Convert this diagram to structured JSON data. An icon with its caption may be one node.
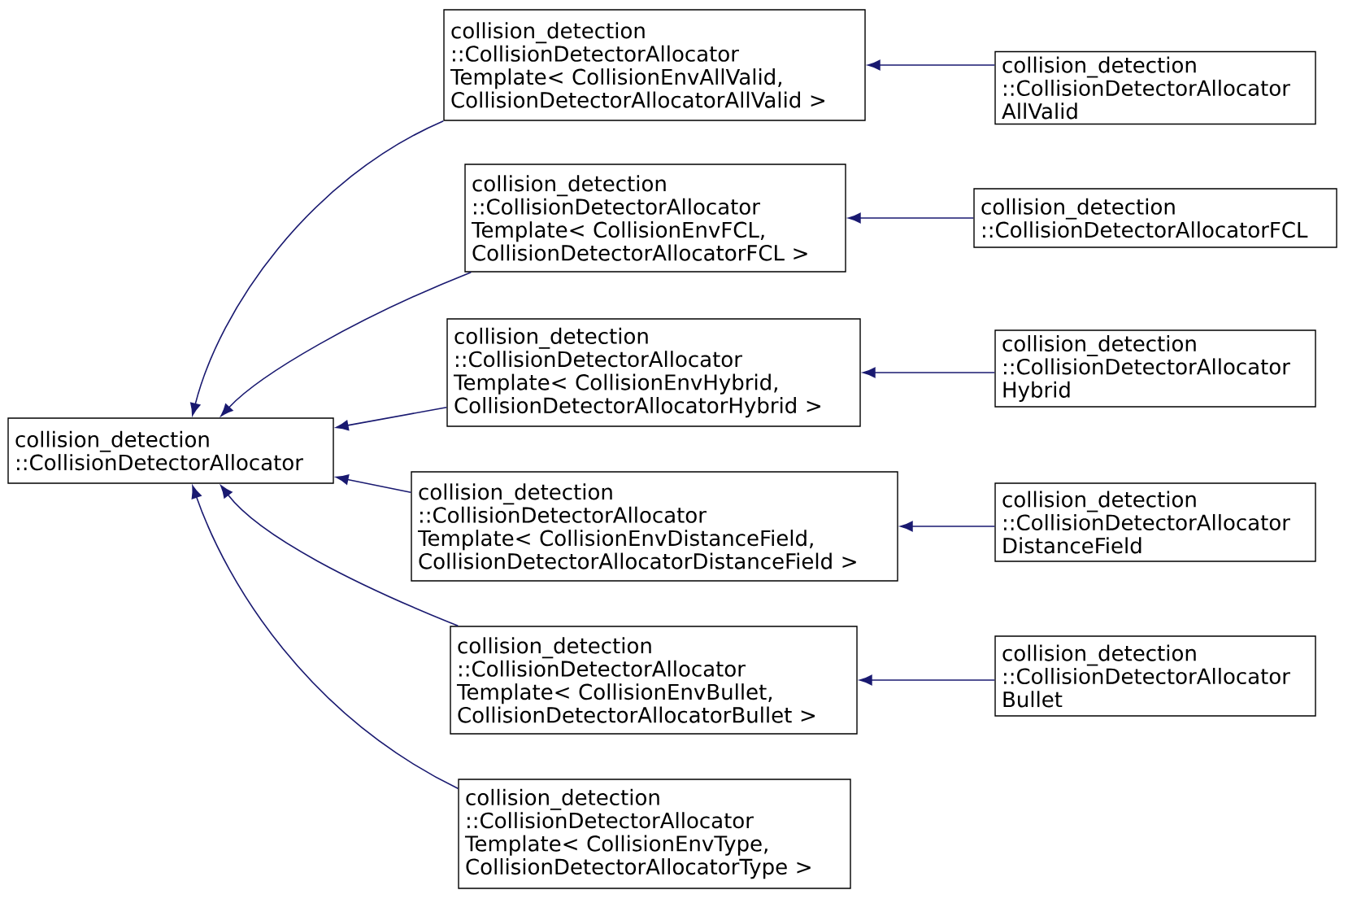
{
  "diagram": {
    "nodes": [
      {
        "text": [
          "collision_detection ::CollisionDetectorAllocator"
        ]
      },
      {
        "text": [
          "collision_detection ::CollisionDetectorAllocator Template< CollisionEnvAllValid, CollisionDetectorAllocatorAllValid >"
        ]
      },
      {
        "text": [
          "collision_detection ::CollisionDetectorAllocator Template< CollisionEnvFCL, CollisionDetectorAllocatorFCL >"
        ]
      },
      {
        "text": [
          "collision_detection ::CollisionDetectorAllocator Template< CollisionEnvHybrid, CollisionDetectorAllocatorHybrid >"
        ]
      },
      {
        "text": [
          "collision_detection ::CollisionDetectorAllocator Template< CollisionEnvDistanceField, CollisionDetectorAllocatorDistanceField >"
        ]
      },
      {
        "text": [
          "collision_detection ::CollisionDetectorAllocator Template< CollisionEnvBullet, CollisionDetectorAllocatorBullet >"
        ]
      },
      {
        "text": [
          "collision_detection ::CollisionDetectorAllocator Template< CollisionEnvType, CollisionDetectorAllocatorType >"
        ]
      },
      {
        "text": [
          "collision_detection ::CollisionDetectorAllocator AllValid"
        ]
      },
      {
        "text": [
          "collision_detection ::CollisionDetectorAllocatorFCL"
        ]
      },
      {
        "text": [
          "collision_detection ::CollisionDetectorAllocator Hybrid"
        ]
      },
      {
        "text": [
          "collision_detection ::CollisionDetectorAllocator DistanceField"
        ]
      },
      {
        "text": [
          "collision_detection ::CollisionDetectorAllocator Bullet"
        ]
      }
    ],
    "edges": [
      {
        "from": 1,
        "to": 0,
        "arrow": "to"
      },
      {
        "from": 2,
        "to": 0,
        "arrow": "to"
      },
      {
        "from": 3,
        "to": 0,
        "arrow": "to"
      },
      {
        "from": 4,
        "to": 0,
        "arrow": "to"
      },
      {
        "from": 5,
        "to": 0,
        "arrow": "to"
      },
      {
        "from": 6,
        "to": 0,
        "arrow": "to"
      },
      {
        "from": 7,
        "to": 1,
        "arrow": "to"
      },
      {
        "from": 8,
        "to": 2,
        "arrow": "to"
      },
      {
        "from": 9,
        "to": 3,
        "arrow": "to"
      },
      {
        "from": 10,
        "to": 4,
        "arrow": "to"
      },
      {
        "from": 11,
        "to": 5,
        "arrow": "to"
      }
    ]
  }
}
